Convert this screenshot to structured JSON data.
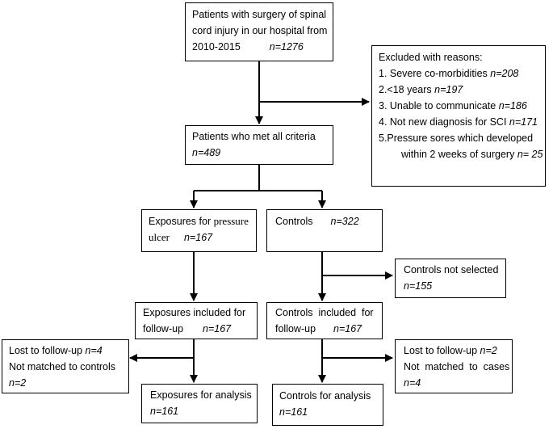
{
  "boxes": {
    "start": {
      "l1": "Patients with surgery of spinal",
      "l2": "cord injury in our hospital from",
      "l3": "2010-2015",
      "n": "n=1276"
    },
    "excluded": {
      "title": "Excluded with reasons:",
      "r1": "1. Severe co-morbidities ",
      "r1n": "n=208",
      "r2": "2.<18 years ",
      "r2n": "n=197",
      "r3": "3. Unable to communicate ",
      "r3n": "n=186",
      "r4": "4. Not new diagnosis for SCI ",
      "r4n": "n=171",
      "r5a": "5.Pressure sores which developed",
      "r5b": "within 2 weeks of surgery ",
      "r5n": "n= 25"
    },
    "criteria": {
      "l1": "Patients who met all criteria",
      "n": "n=489"
    },
    "exposures": {
      "l1a": "Exposures for ",
      "l1b": "pressure",
      "l2": "ulcer",
      "n": "n=167"
    },
    "controls": {
      "l1": "Controls",
      "n": "n=322"
    },
    "controls_not_selected": {
      "l1": "Controls not selected",
      "n": "n=155"
    },
    "exposures_included": {
      "l1": "Exposures included for",
      "l2": "follow-up",
      "n": "n=167"
    },
    "controls_included": {
      "l1": "Controls  included  for",
      "l2": "follow-up",
      "n": "n=167"
    },
    "lost_left": {
      "l1": "Lost to follow-up ",
      "l1n": "n=4",
      "l2": "Not matched to controls",
      "n": "n=2"
    },
    "lost_right": {
      "l1": "Lost to follow-up ",
      "l1n": "n=2",
      "l2": "Not  matched  to  cases",
      "n": "n=4"
    },
    "exposures_analysis": {
      "l1": "Exposures for analysis",
      "n": "n=161"
    },
    "controls_analysis": {
      "l1": "Controls for analysis",
      "n": "n=161"
    }
  }
}
